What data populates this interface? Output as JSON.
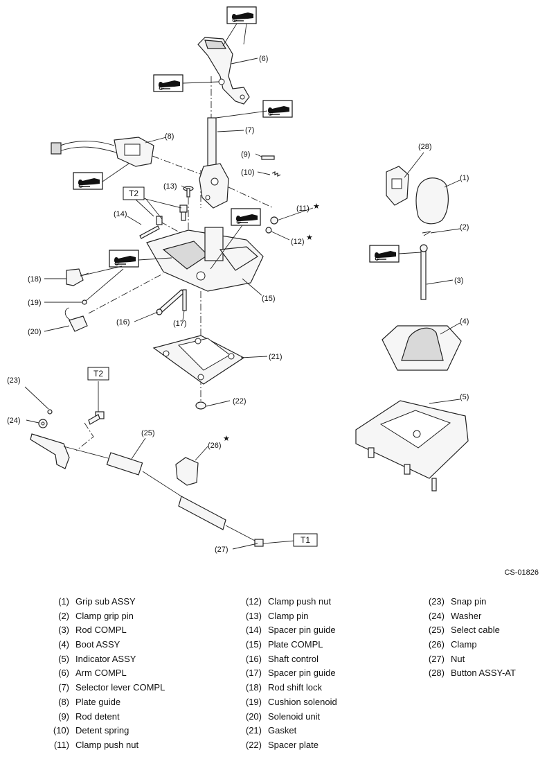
{
  "callouts": [
    "(1)",
    "(2)",
    "(3)",
    "(4)",
    "(5)",
    "(6)",
    "(7)",
    "(8)",
    "(9)",
    "(10)",
    "(11)",
    "(12)",
    "(13)",
    "(14)",
    "(15)",
    "(16)",
    "(17)",
    "(18)",
    "(19)",
    "(20)",
    "(21)",
    "(22)",
    "(23)",
    "(24)",
    "(25)",
    "(26)",
    "(27)",
    "(28)"
  ],
  "torque_labels": {
    "t1": "T1",
    "t2a": "T2",
    "t2b": "T2"
  },
  "star": "★",
  "figure_code": "CS-01826",
  "legend": {
    "col1": [
      {
        "num": "(1)",
        "name": "Grip sub ASSY"
      },
      {
        "num": "(2)",
        "name": "Clamp grip pin"
      },
      {
        "num": "(3)",
        "name": "Rod COMPL"
      },
      {
        "num": "(4)",
        "name": "Boot ASSY"
      },
      {
        "num": "(5)",
        "name": "Indicator ASSY"
      },
      {
        "num": "(6)",
        "name": "Arm COMPL"
      },
      {
        "num": "(7)",
        "name": "Selector lever COMPL"
      },
      {
        "num": "(8)",
        "name": "Plate guide"
      },
      {
        "num": "(9)",
        "name": "Rod detent"
      },
      {
        "num": "(10)",
        "name": "Detent spring"
      },
      {
        "num": "(11)",
        "name": "Clamp push nut"
      }
    ],
    "col2": [
      {
        "num": "(12)",
        "name": "Clamp push nut"
      },
      {
        "num": "(13)",
        "name": "Clamp pin"
      },
      {
        "num": "(14)",
        "name": "Spacer pin guide"
      },
      {
        "num": "(15)",
        "name": "Plate COMPL"
      },
      {
        "num": "(16)",
        "name": "Shaft control"
      },
      {
        "num": "(17)",
        "name": "Spacer pin guide"
      },
      {
        "num": "(18)",
        "name": "Rod shift lock"
      },
      {
        "num": "(19)",
        "name": "Cushion solenoid"
      },
      {
        "num": "(20)",
        "name": "Solenoid unit"
      },
      {
        "num": "(21)",
        "name": "Gasket"
      },
      {
        "num": "(22)",
        "name": "Spacer plate"
      }
    ],
    "col3": [
      {
        "num": "(23)",
        "name": "Snap pin"
      },
      {
        "num": "(24)",
        "name": "Washer"
      },
      {
        "num": "(25)",
        "name": "Select cable"
      },
      {
        "num": "(26)",
        "name": "Clamp"
      },
      {
        "num": "(27)",
        "name": "Nut"
      },
      {
        "num": "(28)",
        "name": "Button ASSY-AT"
      }
    ]
  }
}
